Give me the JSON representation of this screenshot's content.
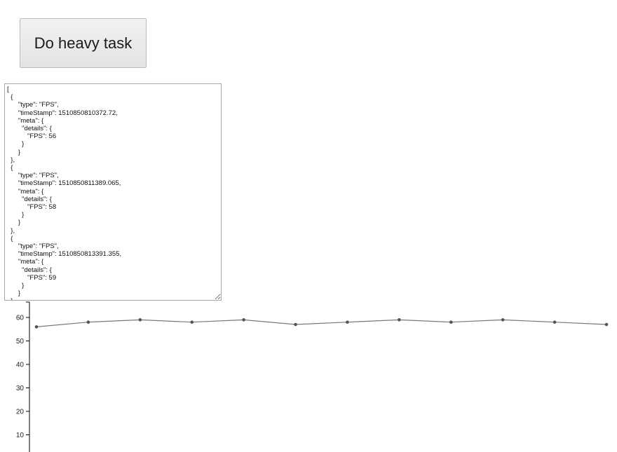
{
  "button": {
    "label": "Do heavy task"
  },
  "log": {
    "value": "[\n  {\n      \"type\": \"FPS\",\n      \"timeStamp\": 1510850810372.72,\n      \"meta\": {\n        \"details\": {\n           \"FPS\": 56\n        }\n      }\n  },\n  {\n      \"type\": \"FPS\",\n      \"timeStamp\": 1510850811389.065,\n      \"meta\": {\n        \"details\": {\n           \"FPS\": 58\n        }\n      }\n  },\n  {\n      \"type\": \"FPS\",\n      \"timeStamp\": 1510850813391.355,\n      \"meta\": {\n        \"details\": {\n           \"FPS\": 59\n        }\n      }\n  }"
  },
  "chart_data": {
    "type": "line",
    "ylim": [
      0,
      66
    ],
    "yticks": [
      10,
      20,
      30,
      40,
      50,
      60
    ],
    "series": [
      {
        "values": [
          56,
          58,
          59,
          58,
          59,
          57,
          58,
          59,
          58,
          59,
          58,
          57
        ]
      }
    ],
    "grid": false,
    "line_color": "#777777",
    "point_color": "#555555"
  }
}
